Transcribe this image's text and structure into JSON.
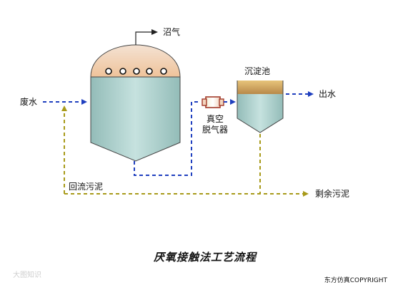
{
  "labels": {
    "biogas": "沼气",
    "wastewater": "废水",
    "sedimentation_tank": "沉淀池",
    "outlet_water": "出水",
    "vacuum_degasser_line1": "真空",
    "vacuum_degasser_line2": "脱气器",
    "return_sludge": "回流污泥",
    "excess_sludge": "剩余污泥"
  },
  "title": "厌氧接触法工艺流程",
  "copyright": "东方仿真COPYRIGHT",
  "watermark": "大图知识",
  "colors": {
    "water_line": "#1f3fbf",
    "sludge_line": "#a89a1a",
    "liquid": "#a8cdc9",
    "tank_dome": "#f0c8a4",
    "tank_outline": "#444444",
    "sedimentation_top": "#c9a25a"
  }
}
